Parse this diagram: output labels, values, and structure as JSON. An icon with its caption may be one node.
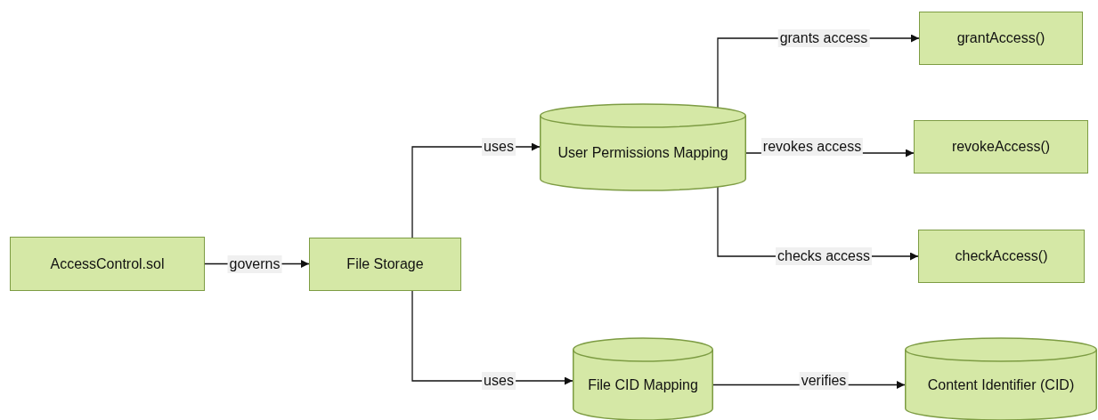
{
  "diagram": {
    "nodes": [
      {
        "text": [
          "AccessControl.sol"
        ]
      },
      {
        "text": [
          "File Storage"
        ]
      },
      {
        "text": [
          "User Permissions Mapping"
        ]
      },
      {
        "text": [
          "grantAccess()"
        ]
      },
      {
        "text": [
          "revokeAccess()"
        ]
      },
      {
        "text": [
          "checkAccess()"
        ]
      },
      {
        "text": [
          "File CID Mapping"
        ]
      },
      {
        "text": [
          "Content Identifier (CID)"
        ]
      }
    ],
    "edges": [
      {
        "from": 0,
        "to": 1,
        "arrow": "to",
        "label": "governs"
      },
      {
        "from": 1,
        "to": 2,
        "arrow": "to",
        "label": "uses"
      },
      {
        "from": 1,
        "to": 6,
        "arrow": "to",
        "label": "uses"
      },
      {
        "from": 2,
        "to": 3,
        "arrow": "to",
        "label": "grants access"
      },
      {
        "from": 2,
        "to": 4,
        "arrow": "to",
        "label": "revokes access"
      },
      {
        "from": 2,
        "to": 5,
        "arrow": "to",
        "label": "checks access"
      },
      {
        "from": 6,
        "to": 7,
        "arrow": "to",
        "label": "verifies"
      }
    ]
  }
}
